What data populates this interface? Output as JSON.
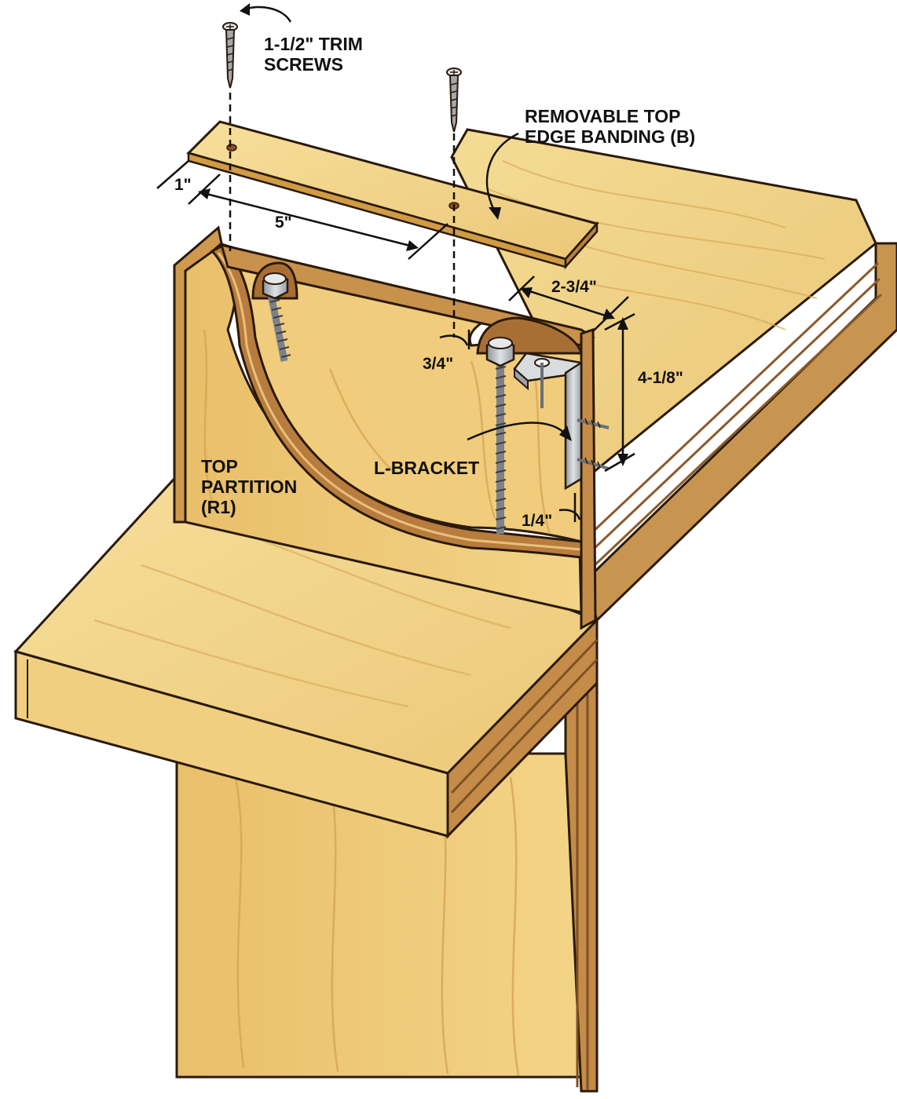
{
  "labels": {
    "trim_screws": [
      "1-1/2\" TRIM",
      "SCREWS"
    ],
    "edge_banding": [
      "REMOVABLE TOP",
      "EDGE BANDING (B)"
    ],
    "top_partition": [
      "TOP",
      "PARTITION",
      "(R1)"
    ],
    "l_bracket": "L-BRACKET"
  },
  "dimensions": {
    "screw_inset": "1\"",
    "screw_spacing": "5\"",
    "bracket_width": "2-3/4\"",
    "bracket_height": "4-1/8\"",
    "banding_depth": "3/4\"",
    "bracket_gap": "1/4\""
  },
  "colors": {
    "wood_light": "#f2d58a",
    "wood_mid": "#e8bf66",
    "wood_dark": "#d19b45",
    "ply_edge": "#c58f4e",
    "outline": "#2a1a0a",
    "metal": "#b8bcc0"
  }
}
